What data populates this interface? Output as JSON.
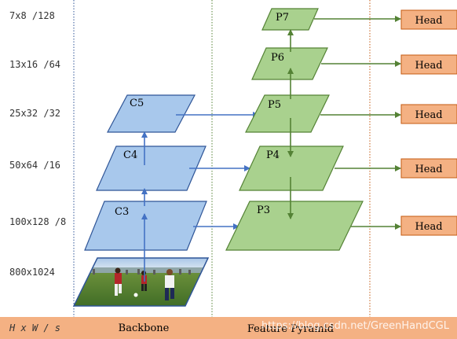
{
  "resolution_labels": [
    "7x8  /128",
    "13x16  /64",
    "25x32  /32",
    "50x64  /16",
    "100x128  /8",
    "800x1024"
  ],
  "backbone": {
    "label": "Backbone",
    "levels": [
      "C3",
      "C4",
      "C5"
    ]
  },
  "pyramid": {
    "label": "Feature Pyramid",
    "levels": [
      "P3",
      "P4",
      "P5",
      "P6",
      "P7"
    ]
  },
  "heads": [
    "Head",
    "Head",
    "Head",
    "Head",
    "Head"
  ],
  "footer": {
    "dims_label": "H x W  / s",
    "watermark": "https://blog.csdn.net/GreenHandCGL"
  },
  "colors": {
    "backbone_fill": "#a8c8ec",
    "backbone_stroke": "#2f5597",
    "pyramid_fill": "#a9d18e",
    "pyramid_stroke": "#548235",
    "head_fill": "#f4b183",
    "head_stroke": "#c55a11",
    "footer_fill": "#f4b183",
    "backbone_arrow": "#4472c4",
    "pyramid_arrow": "#548235"
  }
}
